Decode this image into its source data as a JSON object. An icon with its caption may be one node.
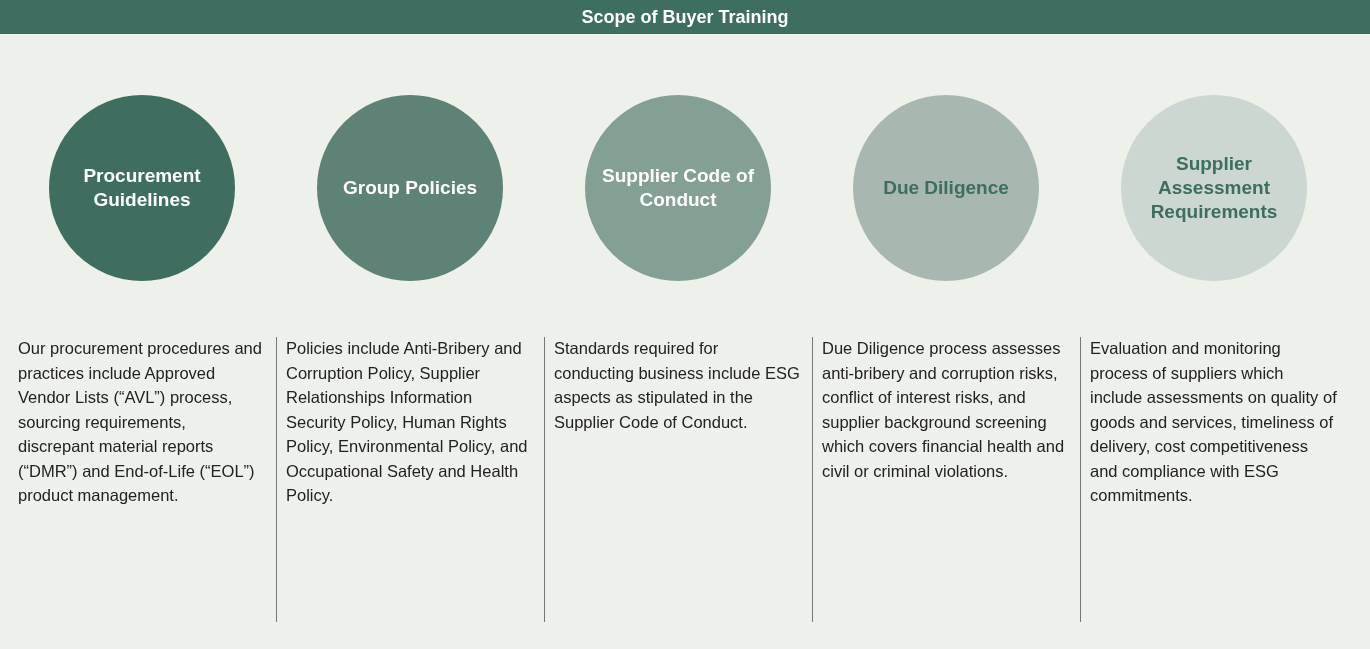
{
  "diagram": {
    "title": "Scope of Buyer Training",
    "nodes": [
      {
        "text": [
          "Procurement Guidelines"
        ],
        "beside": [
          "Our procurement procedures and practices include Approved Vendor Lists (“AVL”) process, sourcing requirements, discrepant material reports (“DMR”) and End-of-Life (“EOL”) product management."
        ]
      },
      {
        "text": [
          "Group Policies"
        ],
        "beside": [
          "Policies include Anti-Bribery and Corruption Policy, Supplier Relationships Information Security Policy, Human Rights Policy, Environmental Policy, and Occupational Safety and Health Policy."
        ]
      },
      {
        "text": [
          "Supplier Code of Conduct"
        ],
        "beside": [
          "Standards required for conducting business include ESG aspects as stipulated in the Supplier Code of Conduct."
        ]
      },
      {
        "text": [
          "Due Diligence"
        ],
        "beside": [
          "Due Diligence process assesses anti-bribery and corruption risks, conflict of interest risks, and supplier background screening which covers financial health and civil or criminal violations."
        ]
      },
      {
        "text": [
          "Supplier Assessment Requirements"
        ],
        "beside": [
          "Evaluation and monitoring process of suppliers which include assessments on quality of goods and services, timeliness of delivery, cost competitiveness and compliance with ESG commitments."
        ]
      }
    ]
  }
}
